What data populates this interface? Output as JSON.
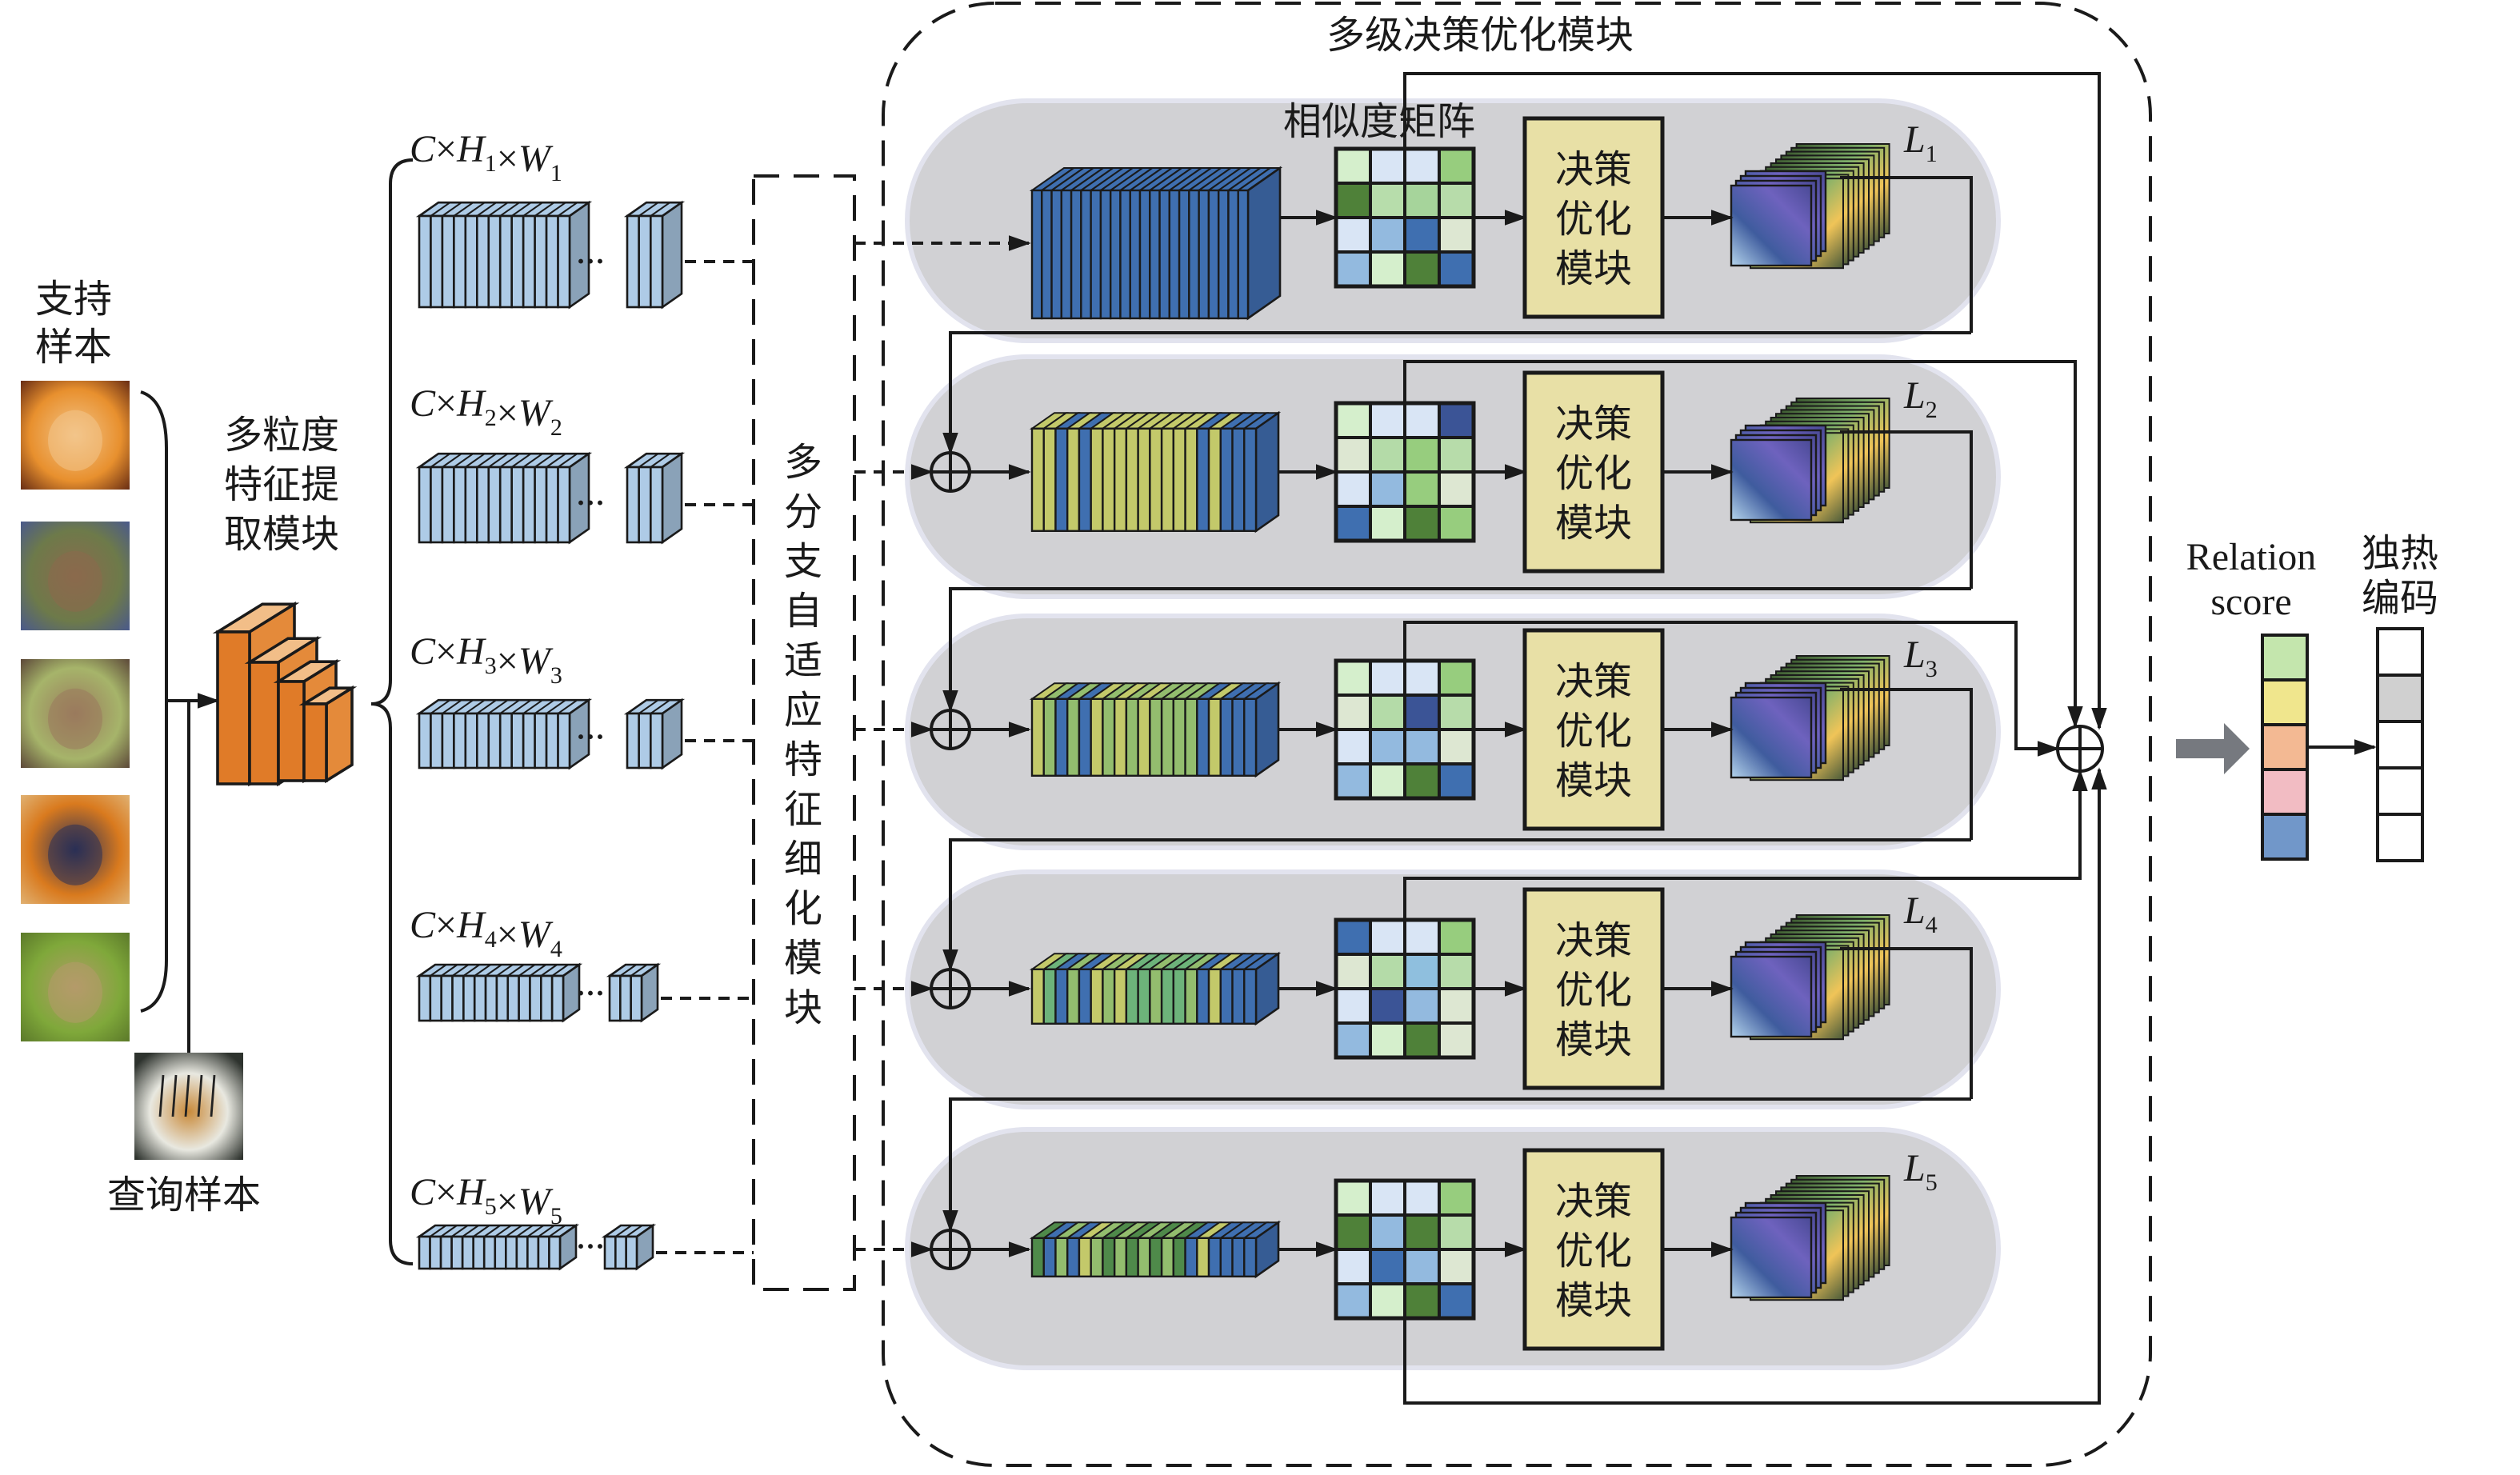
{
  "title": "多级决策优化模块",
  "support_samples": {
    "label_line1": "支持",
    "label_line2": "样本",
    "images": [
      {
        "name": "kitten",
        "colors": [
          "#e8902e",
          "#f3c58a",
          "#6b2f14"
        ]
      },
      {
        "name": "squirrel",
        "colors": [
          "#6d7a4a",
          "#8b6a4d",
          "#4b5a8a"
        ]
      },
      {
        "name": "fox",
        "colors": [
          "#a6b46a",
          "#9a7a5d",
          "#5e4b3a"
        ]
      },
      {
        "name": "tiger",
        "colors": [
          "#d97a1e",
          "#2a2f55",
          "#e0b070"
        ]
      },
      {
        "name": "gosling",
        "colors": [
          "#7fa83a",
          "#b49a6a",
          "#5c7a2a"
        ]
      }
    ]
  },
  "query_sample": {
    "label": "查询样本",
    "image": {
      "name": "tiger-face",
      "colors": [
        "#2e332e",
        "#c98a3a",
        "#e8e8e0"
      ]
    }
  },
  "extractor": {
    "label_lines": [
      "多粒度",
      "特征提",
      "取模块"
    ],
    "color_front": "#e07b28",
    "color_top": "#f2be88"
  },
  "feature_maps": [
    {
      "label_C": "C",
      "label_H": "H",
      "label_W": "W",
      "index": "1"
    },
    {
      "label_C": "C",
      "label_H": "H",
      "label_W": "W",
      "index": "2"
    },
    {
      "label_C": "C",
      "label_H": "H",
      "label_W": "W",
      "index": "3"
    },
    {
      "label_C": "C",
      "label_H": "H",
      "label_W": "W",
      "index": "4"
    },
    {
      "label_C": "C",
      "label_H": "H",
      "label_W": "W",
      "index": "5"
    }
  ],
  "times_symbol": "×",
  "ellipsis": "···",
  "refine_module": {
    "label_chars": [
      "多",
      "分",
      "支",
      "自",
      "适",
      "应",
      "特",
      "征",
      "细",
      "化",
      "模",
      "块"
    ]
  },
  "similarity_label": "相似度矩阵",
  "decision_module_lines": [
    "决策",
    "优化",
    "模块"
  ],
  "levels": [
    {
      "loss": "L",
      "loss_index": "1",
      "stripes": [
        "b",
        "b",
        "b",
        "b",
        "b",
        "b",
        "b",
        "b",
        "b",
        "b",
        "b",
        "b",
        "b",
        "b",
        "b",
        "b",
        "b",
        "b",
        "b",
        "b",
        "b",
        "b"
      ],
      "matrix": [
        [
          "#d5efcc",
          "#d9e5f5",
          "#d9e5f5",
          "#97cd7e"
        ],
        [
          "#4f8139",
          "#b7ddab",
          "#a6d49b",
          "#b7dcaa"
        ],
        [
          "#d9e5f5",
          "#93badf",
          "#3f6fb0",
          "#dde7d2"
        ],
        [
          "#93badf",
          "#d5efcc",
          "#4f8139",
          "#3f6fb0"
        ]
      ]
    },
    {
      "loss": "L",
      "loss_index": "2",
      "stripes": [
        "y",
        "y",
        "b",
        "y",
        "b",
        "y",
        "y",
        "y",
        "y",
        "y",
        "y",
        "y",
        "y",
        "y",
        "b",
        "y",
        "b",
        "b",
        "b"
      ],
      "matrix": [
        [
          "#d5efcc",
          "#d9e5f5",
          "#d9e5f5",
          "#3b5496"
        ],
        [
          "#dde7d2",
          "#b4dba8",
          "#97cd7e",
          "#b7dcaa"
        ],
        [
          "#d9e5f5",
          "#93badf",
          "#97cd7e",
          "#dde7d2"
        ],
        [
          "#3f6fb0",
          "#d5efcc",
          "#4f8139",
          "#97cd7e"
        ]
      ]
    },
    {
      "loss": "L",
      "loss_index": "3",
      "stripes": [
        "y",
        "g",
        "b",
        "g",
        "b",
        "y",
        "g",
        "y",
        "g",
        "y",
        "g",
        "g",
        "g",
        "g",
        "b",
        "y",
        "b",
        "b",
        "b"
      ],
      "matrix": [
        [
          "#d5efcc",
          "#d9e5f5",
          "#d9e5f5",
          "#97cd7e"
        ],
        [
          "#dde7d2",
          "#b4dba8",
          "#3b5496",
          "#b7dcaa"
        ],
        [
          "#d9e5f5",
          "#93badf",
          "#93badf",
          "#dde7d2"
        ],
        [
          "#93badf",
          "#d5efcc",
          "#4f8139",
          "#3f6fb0"
        ]
      ]
    },
    {
      "loss": "L",
      "loss_index": "4",
      "stripes": [
        "y",
        "m",
        "b",
        "g",
        "b",
        "y",
        "g",
        "y",
        "m",
        "m",
        "g",
        "m",
        "m",
        "g",
        "b",
        "y",
        "b",
        "b",
        "b"
      ],
      "matrix": [
        [
          "#3f6fb0",
          "#d9e5f5",
          "#d9e5f5",
          "#97cd7e"
        ],
        [
          "#dde7d2",
          "#b4dba8",
          "#8fbfde",
          "#b7dcaa"
        ],
        [
          "#d9e5f5",
          "#3b5496",
          "#93badf",
          "#dde7d2"
        ],
        [
          "#93badf",
          "#d5efcc",
          "#4f8139",
          "#dde7d2"
        ]
      ]
    },
    {
      "loss": "L",
      "loss_index": "5",
      "stripes": [
        "d",
        "b",
        "g",
        "b",
        "y",
        "g",
        "d",
        "g",
        "d",
        "g",
        "d",
        "g",
        "d",
        "b",
        "y",
        "b",
        "b",
        "b",
        "b"
      ],
      "matrix": [
        [
          "#d5efcc",
          "#d9e5f5",
          "#d9e5f5",
          "#97cd7e"
        ],
        [
          "#4f8139",
          "#93badf",
          "#4f8139",
          "#b7dcaa"
        ],
        [
          "#d9e5f5",
          "#3f6fb0",
          "#93badf",
          "#dde7d2"
        ],
        [
          "#93badf",
          "#d5efcc",
          "#4f8139",
          "#3f6fb0"
        ]
      ]
    }
  ],
  "stripe_colors": {
    "b": "#3f6fb0",
    "y": "#c3c96a",
    "g": "#93bd6e",
    "m": "#6db37a",
    "d": "#4f8a4a"
  },
  "relation_score": {
    "label_line1": "Relation",
    "label_line2": "score",
    "cells": [
      "#c4e6ad",
      "#f0e68d",
      "#f3b993",
      "#f2bcc3",
      "#7197c9"
    ]
  },
  "one_hot": {
    "label_line1": "独热",
    "label_line2": "编码",
    "cells": [
      "#ffffff",
      "#d0d0d0",
      "#ffffff",
      "#ffffff",
      "#ffffff"
    ]
  },
  "colors": {
    "feature_light": "#aecbe6",
    "feature_side": "#8aa2b8",
    "lane": "#d1d1d4",
    "decision_fill": "#e8e0a6",
    "big_arrow": "#76797f"
  }
}
